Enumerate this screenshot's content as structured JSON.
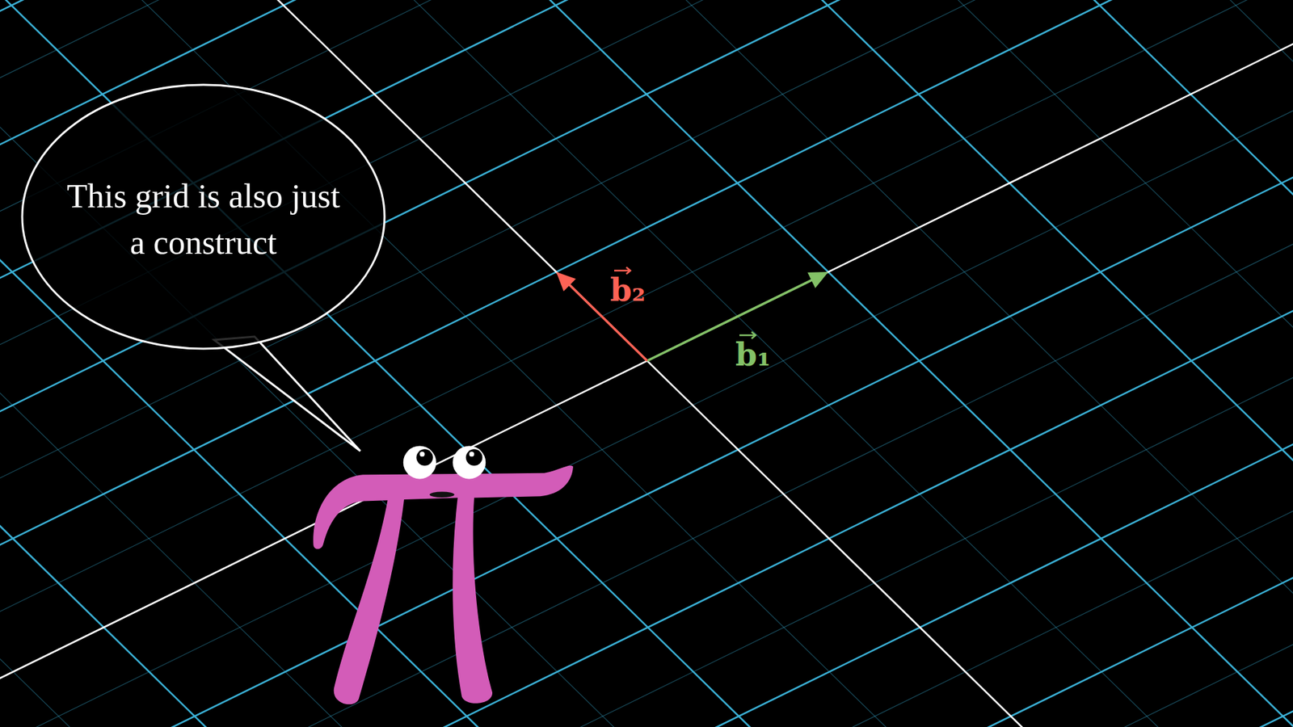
{
  "diagram": {
    "nodes": [
      {
        "text": [
          "This grid is also just a construct"
        ]
      }
    ],
    "labels": [
      "b₂",
      "b₁"
    ]
  }
}
